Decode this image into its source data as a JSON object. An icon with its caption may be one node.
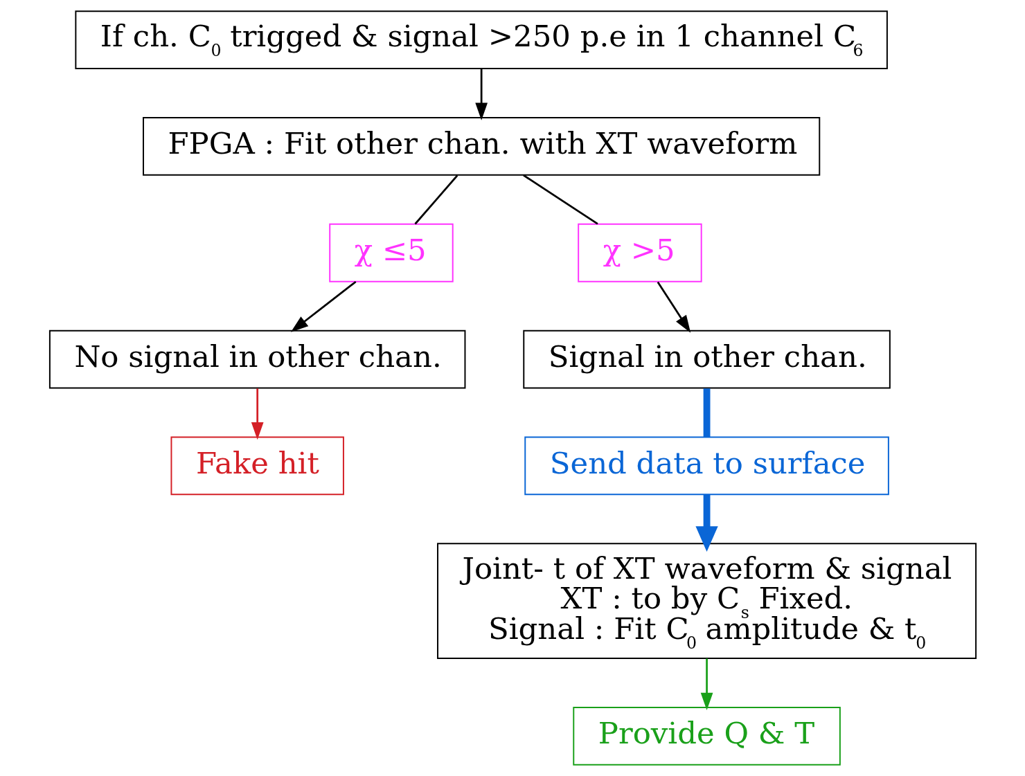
{
  "diagram": {
    "nodes": [
      {
        "text": [
          "If ch. C$_{0}$ trigged & signal >250 p.e in 1 channel C$_{6}$"
        ]
      },
      {
        "text": [
          "FPGA : Fit other chan. with XT waveform"
        ]
      },
      {
        "text": [
          "χ ≤5"
        ]
      },
      {
        "text": [
          "χ >5"
        ]
      },
      {
        "text": [
          "No signal in other chan."
        ]
      },
      {
        "text": [
          "Signal in other chan."
        ]
      },
      {
        "text": [
          "Fake hit"
        ]
      },
      {
        "text": [
          "Send data to surface"
        ]
      },
      {
        "text": [
          "Joint- t of XT waveform & signal",
          "XT : to by C$_{s}$ Fixed.",
          "Signal : Fit C$_{0}$ amplitude & t$_{0}$"
        ]
      },
      {
        "text": [
          "Provide Q & T"
        ]
      }
    ],
    "edges": [
      {
        "from": 0,
        "to": 1,
        "arrow": "to"
      },
      {
        "from": 1,
        "to": 2,
        "arrow": "none"
      },
      {
        "from": 2,
        "to": 4,
        "arrow": "to"
      },
      {
        "from": 1,
        "to": 3,
        "arrow": "none"
      },
      {
        "from": 3,
        "to": 5,
        "arrow": "to"
      },
      {
        "from": 4,
        "to": 6,
        "arrow": "to",
        "color": "#d42027"
      },
      {
        "from": 5,
        "to": 7,
        "arrow": "none",
        "style": "thick",
        "color": "#0a66d6"
      },
      {
        "from": 7,
        "to": 8,
        "arrow": "to",
        "style": "thick",
        "color": "#0a66d6"
      },
      {
        "from": 8,
        "to": 9,
        "arrow": "to",
        "color": "#1aa01a"
      }
    ]
  }
}
